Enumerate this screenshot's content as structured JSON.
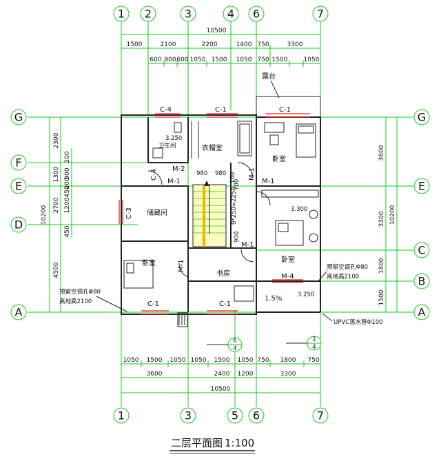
{
  "title": {
    "name": "二层平面图",
    "scale": "1:100"
  },
  "grid_top": [
    "1",
    "2",
    "3",
    "4",
    "6",
    "7"
  ],
  "grid_bottom": [
    "1",
    "3",
    "5",
    "6",
    "7"
  ],
  "grid_left": [
    "G",
    "F",
    "E",
    "D",
    "A"
  ],
  "grid_right": [
    "G",
    "E",
    "C",
    "B",
    "A"
  ],
  "dims": {
    "top_total": "10500",
    "top_row1": [
      "1500",
      "2100",
      "2200",
      "1400",
      "750",
      "3300"
    ],
    "top_row2": [
      "600",
      "900",
      "600",
      "1050",
      "1500",
      "1050",
      "750",
      "1500",
      "1050"
    ],
    "bottom_row1": [
      "1050",
      "1500",
      "1050",
      "1050",
      "1500",
      "1050",
      "750",
      "1800",
      "750"
    ],
    "bottom_row2": [
      "3600",
      "2400",
      "1200",
      "3300"
    ],
    "bottom_total": "10500",
    "left_total": "10200",
    "left_row1": [
      "2300",
      "1300",
      "2700",
      "4500"
    ],
    "left_row2": [
      "200",
      "900",
      "200",
      "450",
      "1200",
      "450"
    ],
    "right_total": "10200",
    "right_row1": [
      "3600",
      "3300",
      "1800",
      "1500"
    ]
  },
  "rooms": {
    "bath": "卫生间",
    "cloak": "衣帽室",
    "bedroom1": "卧室",
    "storage": "储藏间",
    "bedroom2": "卧室",
    "bedroom3": "卧室",
    "study": "书房",
    "terrace": "露台"
  },
  "tags": {
    "c4_top": "C-4",
    "c1_top": "C-1",
    "c1_right": "C-1",
    "c4_side": "C-4",
    "c3": "C-3",
    "m2": "M-2",
    "m1_a": "M-1",
    "m1_b": "M-1",
    "m1_c": "M-1",
    "m1_d": "M-1",
    "m1_e": "M-1",
    "m4": "M-4",
    "c1_bl": "C-1",
    "c1_bm": "C-1",
    "elev_bath": "3.250",
    "elev_bed": "3.300",
    "elev_terrace": "3.250",
    "slope": "1.5%",
    "stair_980a": "980",
    "stair_980b": "980",
    "stair_left": "9*250=2250",
    "stair_900": "900",
    "stair_700": "700",
    "stair_100": "100",
    "note_left1": "预留空调孔Φ80",
    "note_left2": "离地高2100",
    "note_right1": "预留空调孔Φ80",
    "note_right2": "离地高2100",
    "upvc": "UPVC落水管Φ100",
    "detail_a_top": "6",
    "detail_a_bot": "4",
    "detail_b_top": "1",
    "detail_b_bot": "4"
  }
}
